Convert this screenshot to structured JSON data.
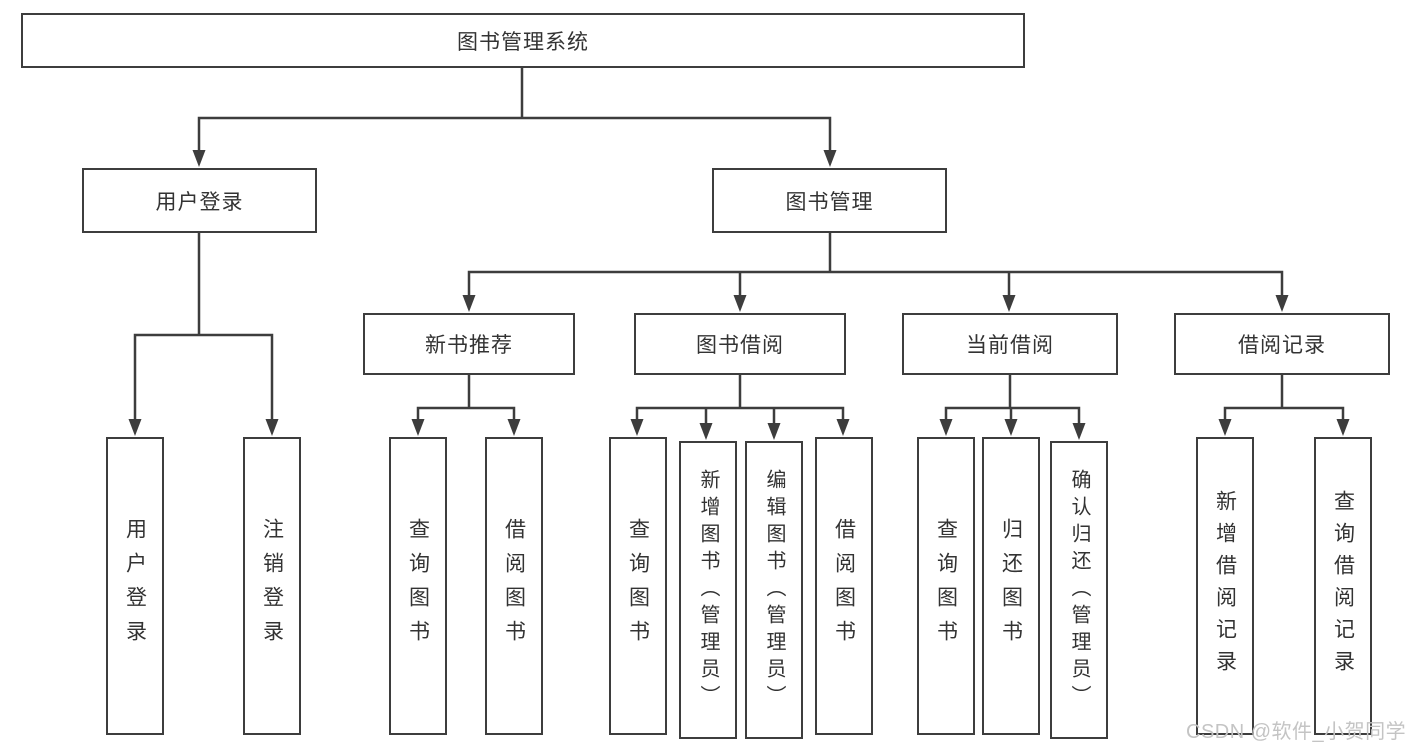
{
  "diagram": {
    "type": "hierarchy-tree",
    "nodes": {
      "root": "图书管理系统",
      "user_login": "用户登录",
      "book_management": "图书管理",
      "new_book_recommend": "新书推荐",
      "book_borrowing": "图书借阅",
      "current_borrowing": "当前借阅",
      "borrowing_records": "借阅记录",
      "leaf_user_login": "用户登录",
      "leaf_logout": "注销登录",
      "leaf_rec_query_book": "查询图书",
      "leaf_rec_borrow_book": "借阅图书",
      "leaf_bb_query_book": "查询图书",
      "leaf_bb_add_book_admin": "新增图书（管理员）",
      "leaf_bb_edit_book_admin": "编辑图书（管理员）",
      "leaf_bb_borrow_book": "借阅图书",
      "leaf_cb_query_book": "查询图书",
      "leaf_cb_return_book": "归还图书",
      "leaf_cb_confirm_return_admin": "确认归还（管理员）",
      "leaf_br_add_record": "新增借阅记录",
      "leaf_br_query_record": "查询借阅记录"
    },
    "edges": [
      [
        "图书管理系统",
        "用户登录"
      ],
      [
        "图书管理系统",
        "图书管理"
      ],
      [
        "用户登录",
        "用户登录"
      ],
      [
        "用户登录",
        "注销登录"
      ],
      [
        "图书管理",
        "新书推荐"
      ],
      [
        "图书管理",
        "图书借阅"
      ],
      [
        "图书管理",
        "当前借阅"
      ],
      [
        "图书管理",
        "借阅记录"
      ],
      [
        "新书推荐",
        "查询图书"
      ],
      [
        "新书推荐",
        "借阅图书"
      ],
      [
        "图书借阅",
        "查询图书"
      ],
      [
        "图书借阅",
        "新增图书（管理员）"
      ],
      [
        "图书借阅",
        "编辑图书（管理员）"
      ],
      [
        "图书借阅",
        "借阅图书"
      ],
      [
        "当前借阅",
        "查询图书"
      ],
      [
        "当前借阅",
        "归还图书"
      ],
      [
        "当前借阅",
        "确认归还（管理员）"
      ],
      [
        "借阅记录",
        "新增借阅记录"
      ],
      [
        "借阅记录",
        "查询借阅记录"
      ]
    ],
    "colors": {
      "line": "#3d3d3d",
      "box_border": "#3d3d3d",
      "box_fill": "#ffffff",
      "text": "#333333",
      "background": "#ffffff",
      "watermark": "#c4c4c4"
    }
  },
  "watermark": {
    "text": "CSDN @软件_小贺同学"
  }
}
